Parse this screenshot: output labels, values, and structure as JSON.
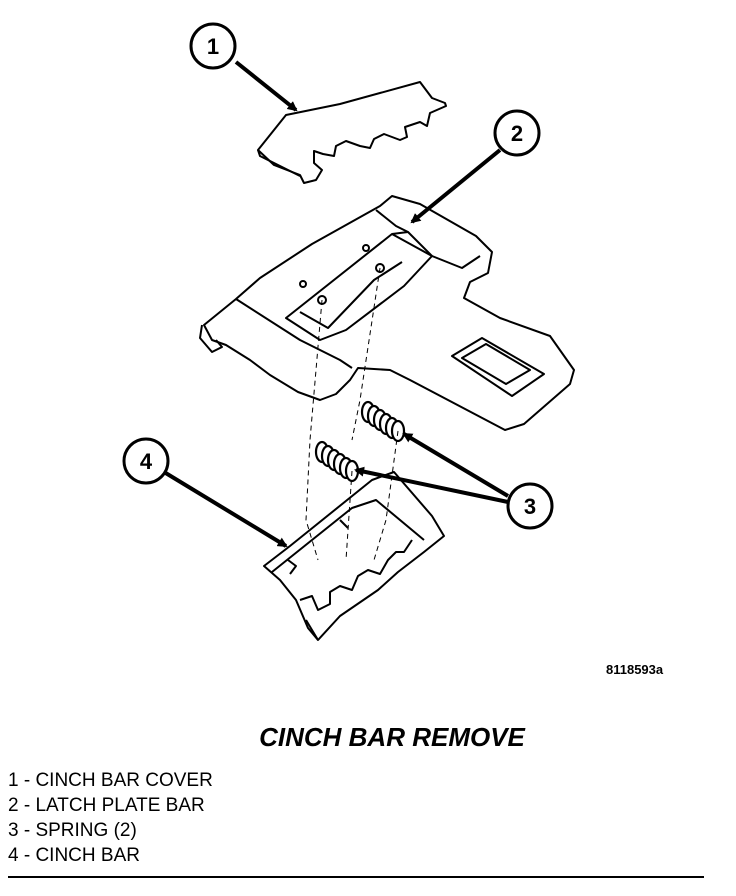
{
  "figure_id": "8118593a",
  "caption": "CINCH BAR REMOVE",
  "callouts": [
    "1",
    "2",
    "3",
    "4"
  ],
  "legend": [
    "1 - CINCH BAR COVER",
    "2 - LATCH PLATE BAR",
    "3 - SPRING (2)",
    "4 - CINCH BAR"
  ]
}
